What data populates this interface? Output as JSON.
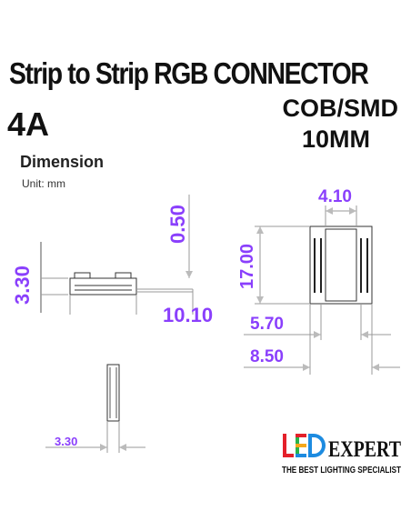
{
  "header": {
    "title": "Strip to Strip RGB CONNECTOR",
    "rating": "4A",
    "type_line1": "COB/SMD",
    "type_line2": "10MM"
  },
  "diagram": {
    "heading": "Dimension",
    "unit": "Unit: mm",
    "dims": {
      "top_height": "0.50",
      "side_height": "3.30",
      "side_length": "10.10",
      "top_width": "4.10",
      "front_height": "17.00",
      "inner_width": "5.70",
      "outer_width": "8.50",
      "bottom_thickness": "3.30"
    },
    "accent_color": "#8a3ffc",
    "line_color": "#555555"
  },
  "brand": {
    "logo_letters": "LED",
    "name": "EXPERT",
    "tagline": "THE BEST LIGHTING SPECIALIST",
    "colors": [
      "#e4202a",
      "#f7a81b",
      "#2ab34a",
      "#1d8be0"
    ]
  }
}
